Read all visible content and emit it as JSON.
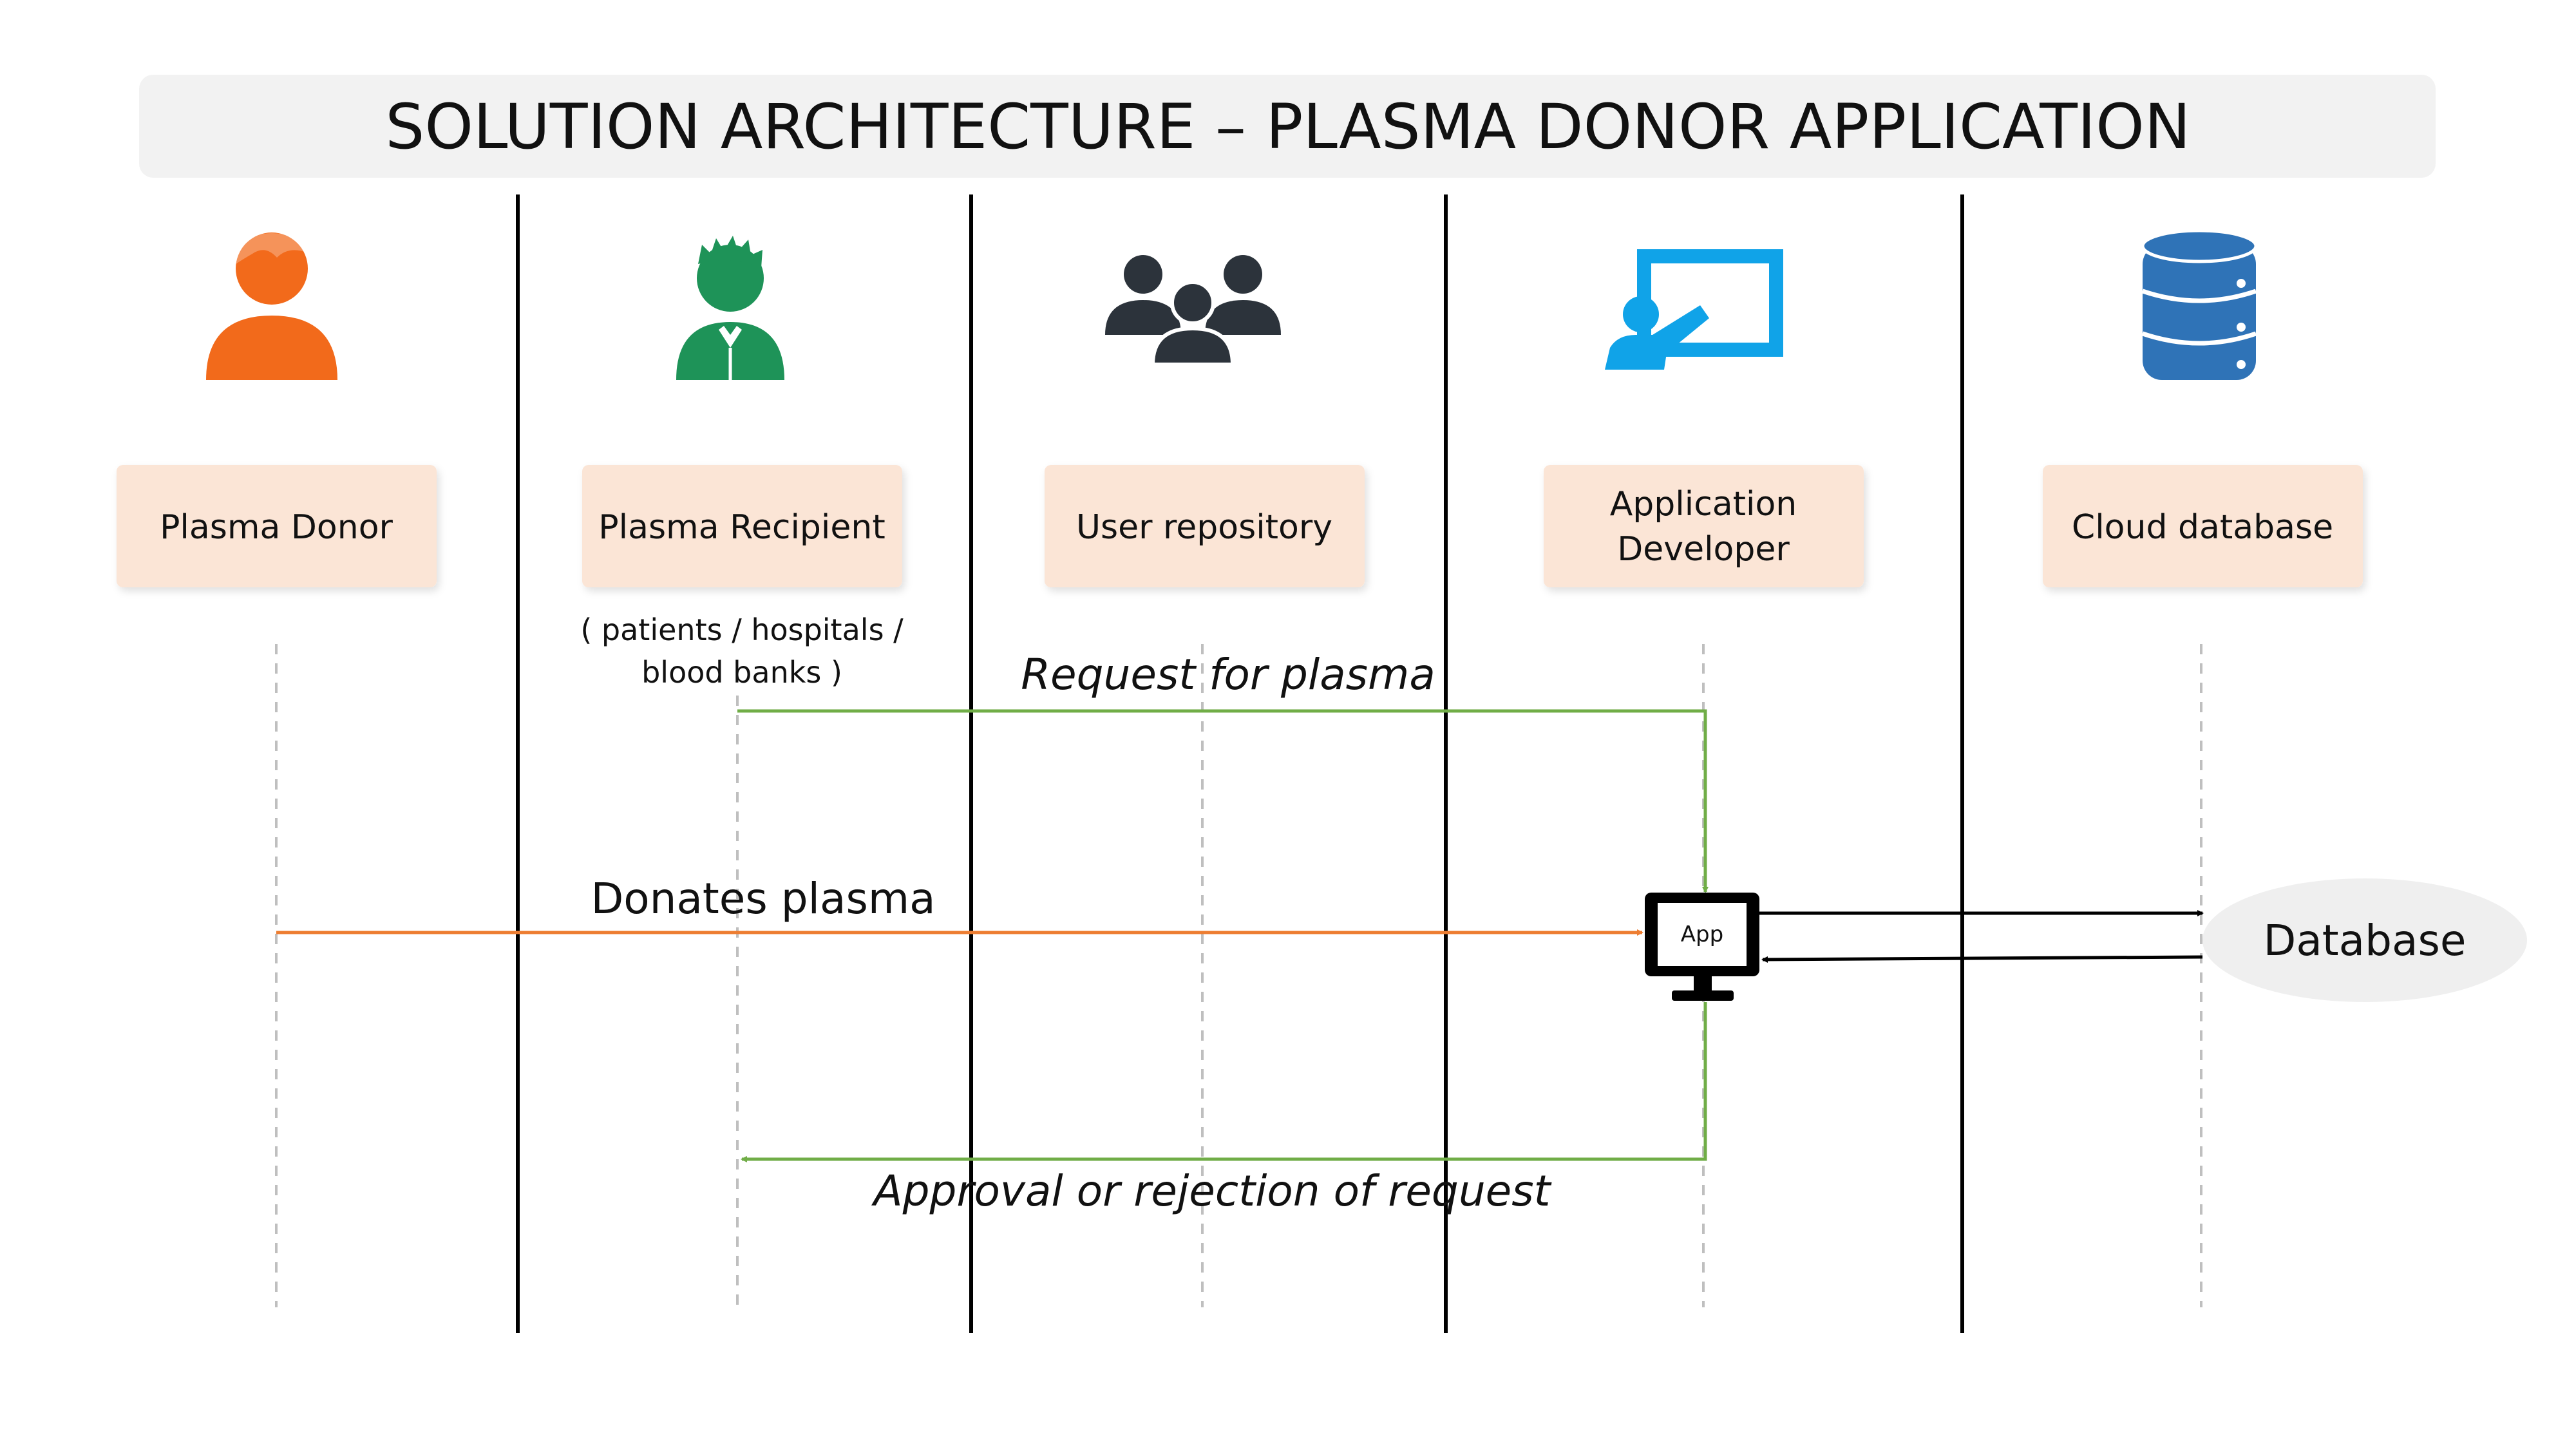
{
  "title": "SOLUTION ARCHITECTURE – PLASMA DONOR APPLICATION",
  "actors": [
    {
      "label_lines": [
        "Plasma Donor"
      ],
      "icon": "person-icon",
      "icon_color": "#F26A1B"
    },
    {
      "label_lines": [
        "Plasma Recipient"
      ],
      "icon": "recipient-person-icon",
      "icon_color": "#1E9358"
    },
    {
      "label_lines": [
        "User repository"
      ],
      "icon": "users-group-icon",
      "icon_color": "#2C333B"
    },
    {
      "label_lines": [
        "Application",
        "Developer"
      ],
      "icon": "presenter-whiteboard-icon",
      "icon_color": "#10A3E8"
    },
    {
      "label_lines": [
        "Cloud database"
      ],
      "icon": "database-stack-icon",
      "icon_color": "#2F73B7"
    }
  ],
  "recipient_note": [
    "( patients / hospitals /",
    "blood banks )"
  ],
  "messages": {
    "request": "Request for plasma",
    "donates": "Donates plasma",
    "approval": "Approval or rejection of request"
  },
  "app_label": "App",
  "database_label": "Database",
  "colors": {
    "title_bar": "#F2F2F2",
    "label_box": "#FBE5D6",
    "green_arrow": "#70AD47",
    "orange_arrow": "#ED7D31",
    "black": "#000000"
  }
}
